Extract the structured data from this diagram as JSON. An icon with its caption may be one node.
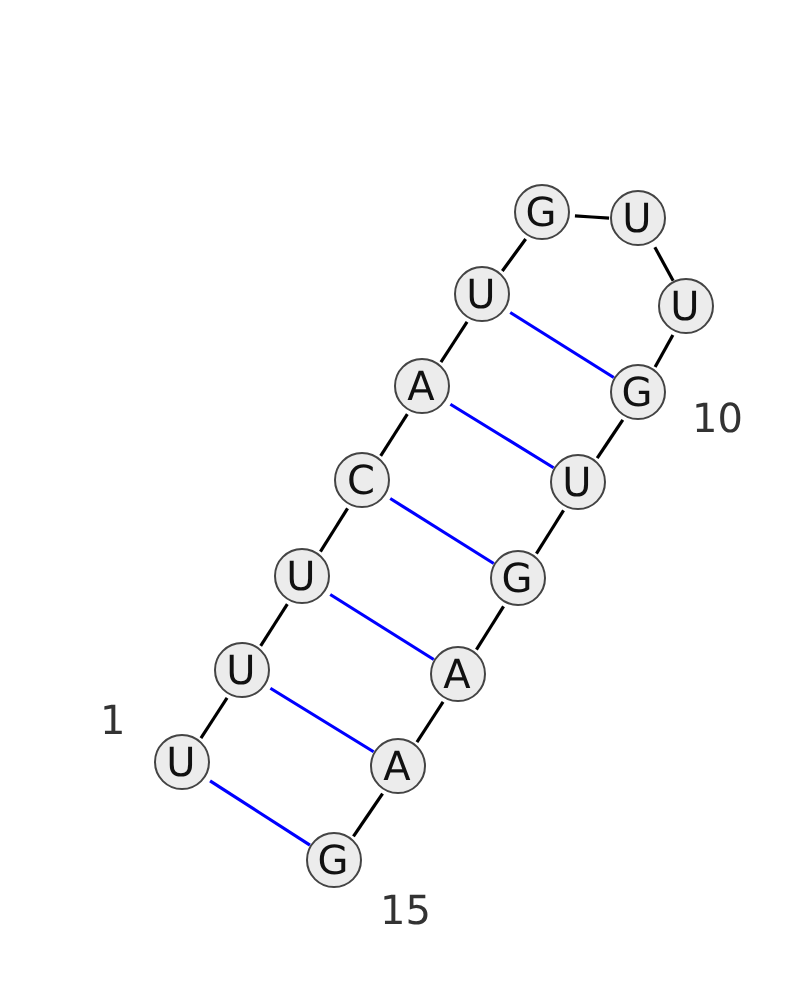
{
  "diagram": {
    "nodes": [
      {
        "text": [
          "U"
        ],
        "beside": [
          "1"
        ]
      },
      {
        "text": [
          "U"
        ]
      },
      {
        "text": [
          "U"
        ]
      },
      {
        "text": [
          "C"
        ]
      },
      {
        "text": [
          "A"
        ]
      },
      {
        "text": [
          "U"
        ]
      },
      {
        "text": [
          "G"
        ]
      },
      {
        "text": [
          "U"
        ]
      },
      {
        "text": [
          "U"
        ]
      },
      {
        "text": [
          "G"
        ],
        "beside": [
          "10"
        ]
      },
      {
        "text": [
          "U"
        ]
      },
      {
        "text": [
          "G"
        ]
      },
      {
        "text": [
          "A"
        ]
      },
      {
        "text": [
          "A"
        ]
      },
      {
        "text": [
          "G"
        ],
        "beside": [
          "15"
        ]
      }
    ],
    "edges": [
      {
        "from": 0,
        "to": 1,
        "arrow": "none"
      },
      {
        "from": 1,
        "to": 2,
        "arrow": "none"
      },
      {
        "from": 2,
        "to": 3,
        "arrow": "none"
      },
      {
        "from": 3,
        "to": 4,
        "arrow": "none"
      },
      {
        "from": 4,
        "to": 5,
        "arrow": "none"
      },
      {
        "from": 5,
        "to": 6,
        "arrow": "none"
      },
      {
        "from": 6,
        "to": 7,
        "arrow": "none"
      },
      {
        "from": 7,
        "to": 8,
        "arrow": "none"
      },
      {
        "from": 8,
        "to": 9,
        "arrow": "none"
      },
      {
        "from": 9,
        "to": 10,
        "arrow": "none"
      },
      {
        "from": 10,
        "to": 11,
        "arrow": "none"
      },
      {
        "from": 11,
        "to": 12,
        "arrow": "none"
      },
      {
        "from": 12,
        "to": 13,
        "arrow": "none"
      },
      {
        "from": 13,
        "to": 14,
        "arrow": "none"
      },
      {
        "from": 0,
        "to": 14,
        "arrow": "none",
        "color": "#0000ff"
      },
      {
        "from": 1,
        "to": 13,
        "arrow": "none",
        "color": "#0000ff"
      },
      {
        "from": 2,
        "to": 12,
        "arrow": "none",
        "color": "#0000ff"
      },
      {
        "from": 3,
        "to": 11,
        "arrow": "none",
        "color": "#0000ff"
      },
      {
        "from": 4,
        "to": 10,
        "arrow": "none",
        "color": "#0000ff"
      },
      {
        "from": 5,
        "to": 9,
        "arrow": "none",
        "color": "#0000ff"
      }
    ]
  }
}
